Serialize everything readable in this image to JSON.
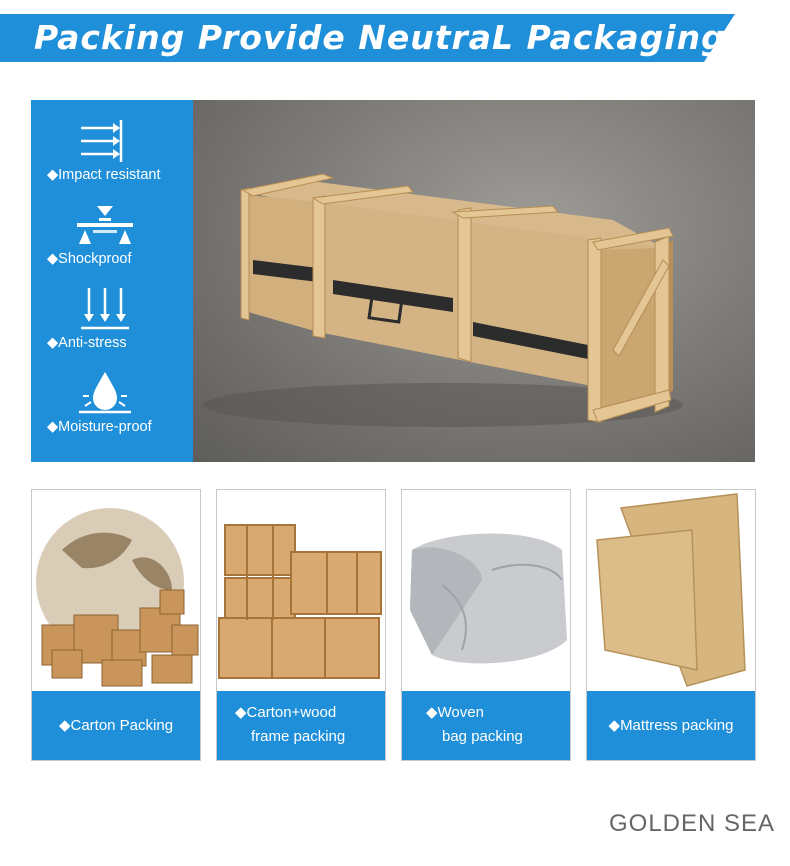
{
  "banner": {
    "title": "Packing Provide NeutraL Packaging",
    "color": "#1f8fd9"
  },
  "features": [
    {
      "icon": "impact-arrows-icon",
      "label": "◆Impact resistant"
    },
    {
      "icon": "shockproof-icon",
      "label": "◆Shockproof"
    },
    {
      "icon": "anti-stress-arrows-icon",
      "label": "◆Anti-stress"
    },
    {
      "icon": "water-drop-icon",
      "label": "◆Moisture-proof"
    }
  ],
  "cards": [
    {
      "name": "carton",
      "lines": [
        "◆Carton Packing"
      ]
    },
    {
      "name": "carton-wood",
      "lines": [
        "◆Carton+wood",
        "frame packing"
      ]
    },
    {
      "name": "woven-bag",
      "lines": [
        "◆Woven",
        "bag packing"
      ]
    },
    {
      "name": "mattress",
      "lines": [
        "◆Mattress packing"
      ]
    }
  ],
  "logo": {
    "text": "GOLDEN SEA"
  }
}
